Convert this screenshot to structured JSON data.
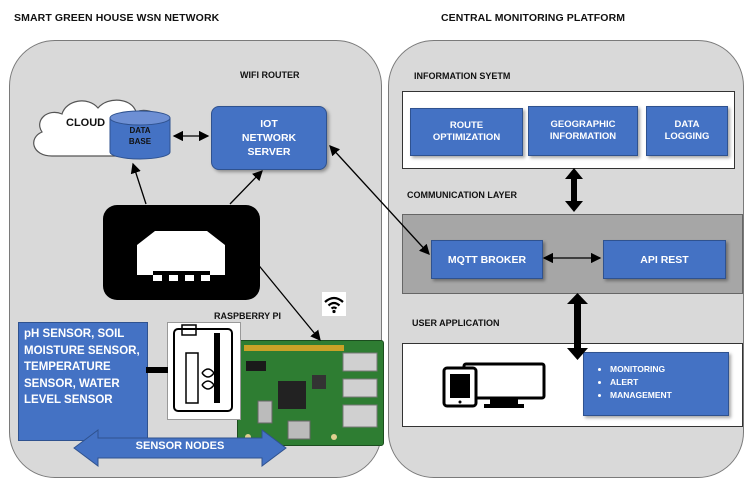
{
  "titles": {
    "left": "SMART GREEN HOUSE WSN NETWORK",
    "right": "CENTRAL MONITORING PLATFORM"
  },
  "wsn": {
    "wifi_router": "WIFI ROUTER",
    "cloud": "CLOUD",
    "database": "DATA\nBASE",
    "iot_server": "IOT\nNETWORK\nSERVER",
    "raspberry_pi": "RASPBERRY PI",
    "sensors": "pH SENSOR, SOIL MOISTURE SENSOR, TEMPERATURE SENSOR, WATER LEVEL SENSOR",
    "sensor_nodes": "SENSOR NODES"
  },
  "platform": {
    "information_system": "INFORMATION SYETM",
    "modules": [
      "ROUTE\nOPTIMIZATION",
      "GEOGRAPHIC\nINFORMATION",
      "DATA\nLOGGING"
    ],
    "communication_layer": "COMMUNICATION LAYER",
    "mqtt": "MQTT BROKER",
    "api": "API REST",
    "user_application": "USER APPLICATION",
    "features": [
      "MONITORING",
      "ALERT",
      "MANAGEMENT"
    ]
  },
  "colors": {
    "box_blue": "#4472c4",
    "panel_gray": "#d9d9d9",
    "layer_gray": "#a6a6a6"
  },
  "icons": [
    "cloud-icon",
    "database-icon",
    "router-icon",
    "wifi-icon",
    "raspberry-pi-board",
    "arduino-board",
    "monitor-icon",
    "phone-icon"
  ]
}
